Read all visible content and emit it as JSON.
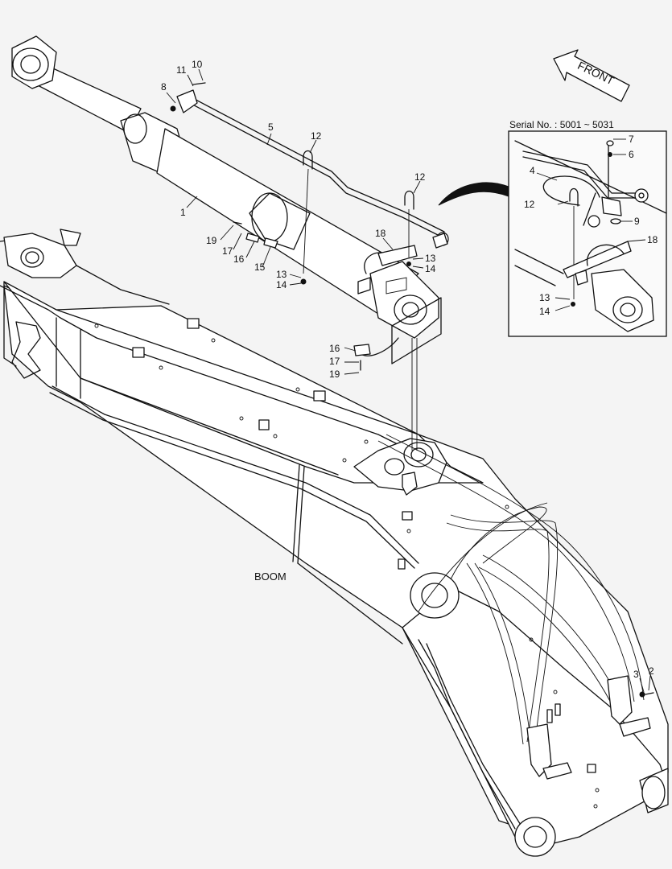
{
  "diagram": {
    "front_label": "FRONT",
    "boom_label": "BOOM",
    "inset": {
      "title": "Serial No. : 5001 ~ 5031",
      "callouts": [
        "7",
        "6",
        "4",
        "12",
        "9",
        "18",
        "13",
        "14"
      ]
    },
    "callouts": {
      "c1": "1",
      "c2": "2",
      "c3": "3",
      "c5": "5",
      "c8": "8",
      "c10": "10",
      "c11": "11",
      "c12a": "12",
      "c12b": "12",
      "c13a": "13",
      "c13b": "13",
      "c14a": "14",
      "c14b": "14",
      "c15": "15",
      "c16a": "16",
      "c16b": "16",
      "c17a": "17",
      "c17b": "17",
      "c18": "18",
      "c19a": "19",
      "c19b": "19"
    }
  }
}
